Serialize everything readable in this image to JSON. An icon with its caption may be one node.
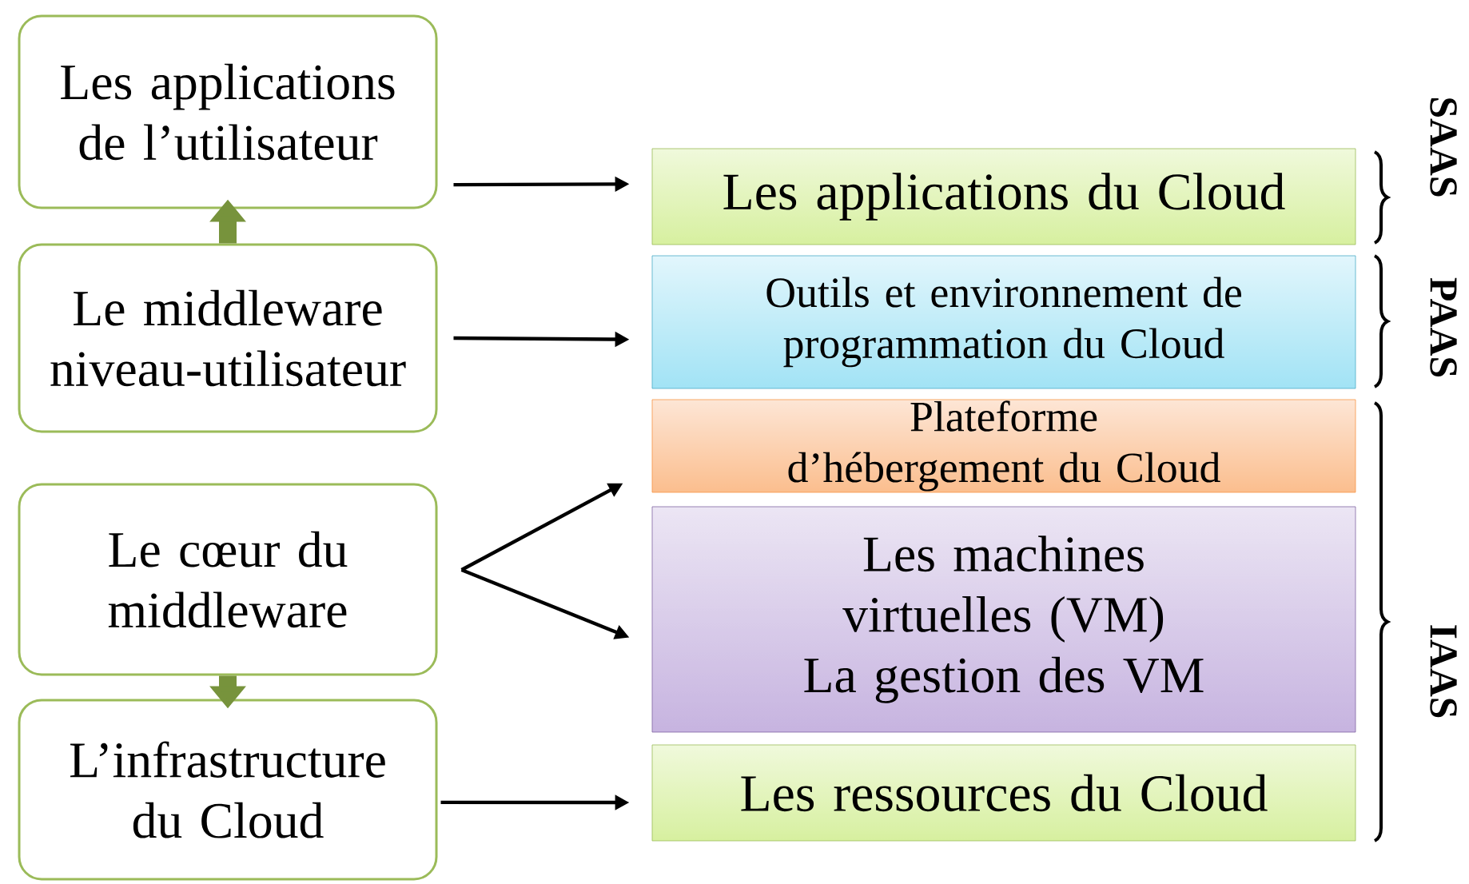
{
  "diagram": {
    "nodes": [
      {
        "text": [
          "Les applications de l’utilisateur"
        ]
      },
      {
        "text": [
          "Le middleware niveau-utilisateur"
        ]
      },
      {
        "text": [
          "Le cœur du middleware"
        ]
      },
      {
        "text": [
          "L’infrastructure du Cloud"
        ]
      },
      {
        "text": [
          "Les applications du Cloud"
        ]
      },
      {
        "text": [
          "Outils et environnement de programmation du Cloud"
        ]
      },
      {
        "text": [
          "Plateforme d’hébergement du Cloud"
        ]
      },
      {
        "text": [
          "Les machines virtuelles (VM)",
          "La gestion des VM"
        ]
      },
      {
        "text": [
          "Les ressources du Cloud"
        ]
      }
    ],
    "edges": [
      {
        "from": 1,
        "to": 0,
        "arrow": "to",
        "style": "thick",
        "color": "#77933c"
      },
      {
        "from": 2,
        "to": 3,
        "arrow": "to",
        "style": "thick",
        "color": "#77933c"
      },
      {
        "from": 0,
        "to": 4,
        "arrow": "to"
      },
      {
        "from": 1,
        "to": 5,
        "arrow": "to"
      },
      {
        "from": 2,
        "to": 6,
        "arrow": "to"
      },
      {
        "from": 2,
        "to": 7,
        "arrow": "to"
      },
      {
        "from": 3,
        "to": 8,
        "arrow": "to"
      }
    ],
    "labels": [
      "SAAS",
      "PAAS",
      "IAAS"
    ]
  }
}
